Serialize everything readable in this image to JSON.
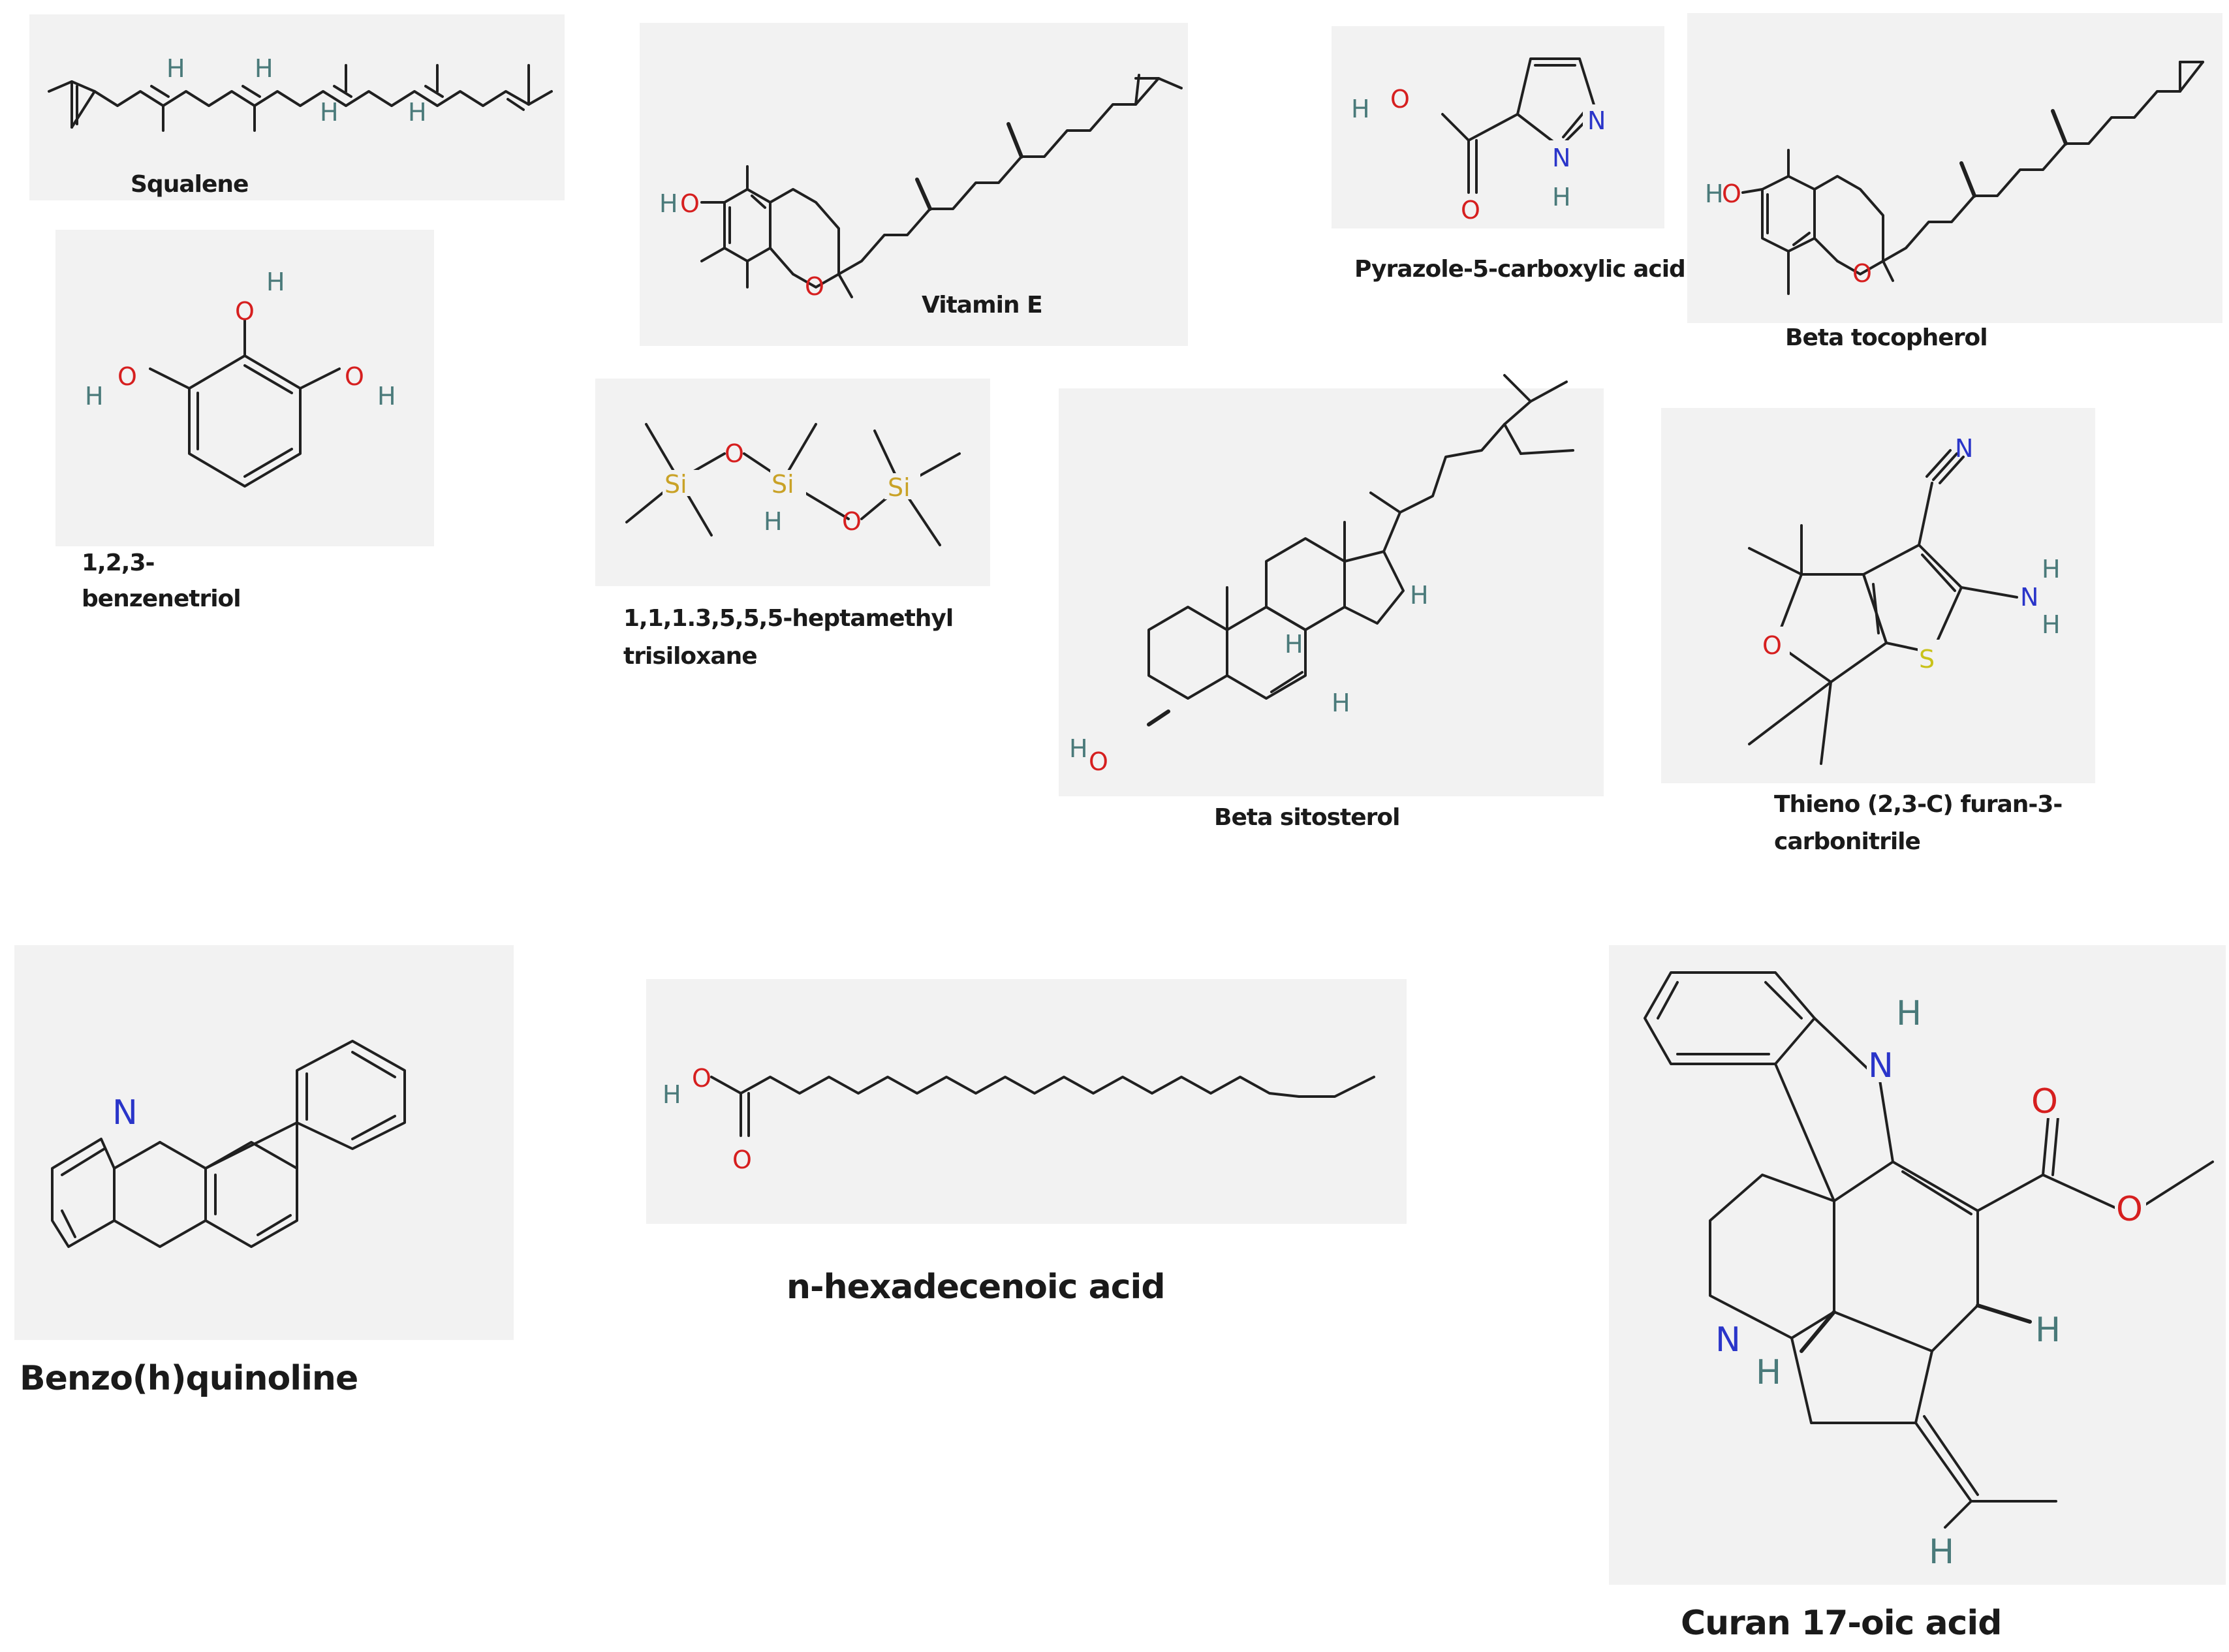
{
  "captions": {
    "squalene": "Squalene",
    "vitamin_e": "Vitamin E",
    "pyrazole": "Pyrazole-5-carboxylic acid",
    "beta_tocopherol": "Beta tocopherol",
    "benzenetriol_line1": "1,2,3-",
    "benzenetriol_line2": "benzenetriol",
    "siloxane_line1": "1,1,1.3,5,5,5-heptamethyl",
    "siloxane_line2": "trisiloxane",
    "beta_sitosterol": "Beta sitosterol",
    "thieno_line1": "Thieno (2,3-C) furan-3-",
    "thieno_line2": "carbonitrile",
    "benzoquinoline": "Benzo(h)quinoline",
    "hexadecenoic": "n-hexadecenoic acid",
    "curan": "Curan 17-oic acid"
  },
  "atom_labels": {
    "H": "H",
    "O": "O",
    "N": "N",
    "S": "S",
    "Si": "Si"
  },
  "colors": {
    "panel": "#f2f2f2",
    "bond": "#202020",
    "oxygen": "#d61f1f",
    "nitrogen": "#2a35c9",
    "hydrogen": "#4a7a7a",
    "silicon": "#c9a227",
    "sulfur": "#c9c21a"
  }
}
